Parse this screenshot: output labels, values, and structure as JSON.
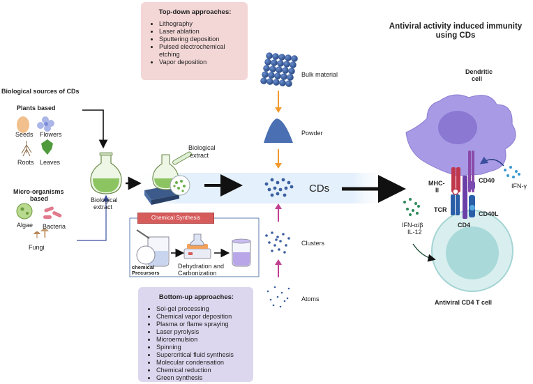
{
  "top_down": {
    "title": "Top-down approaches:",
    "items": [
      "Lithography",
      "Laser ablation",
      "Sputtering deposition",
      "Pulsed electrochemical etching",
      "Vapor deposition"
    ]
  },
  "bottom_up": {
    "title": "Bottom-up approaches:",
    "items": [
      "Sol-gel processing",
      "Chemical vapor deposition",
      "Plasma or flame spraying",
      "Laser pyrolysis",
      "Microemulsion",
      "Spinning",
      "Supercritical fluid synthesis",
      "Molecular condensation",
      "Chemical reduction",
      "Green synthesis"
    ]
  },
  "bio_sources": {
    "title": "Biological sources of CDs",
    "plants_title": "Plants based",
    "seeds": "Seeds",
    "flowers": "Flowers",
    "roots": "Roots",
    "leaves": "Leaves",
    "micro_title_1": "Micro-organisms",
    "micro_title_2": "based",
    "algae": "Algae",
    "bacteria": "Bacteria",
    "fungi": "Fungi"
  },
  "flask_label_1": "Biological",
  "flask_label_2": "extract",
  "bio_extract_label_1": "Biological",
  "bio_extract_label_2": "extract",
  "chem": {
    "title": "Chemical Synthesis",
    "precursors_1": "chemical",
    "precursors_2": "Precursors",
    "step_1": "Dehydration and",
    "step_2": "Carbonization"
  },
  "scale": {
    "bulk": "Bulk material",
    "powder": "Powder",
    "cds": "CDs",
    "clusters": "Clusters",
    "atoms": "Atoms"
  },
  "immunity": {
    "title_1": "Antiviral activity induced immunity",
    "title_2": "using CDs",
    "dc_1": "Dendritic",
    "dc_2": "cell",
    "mhc_1": "MHC-",
    "mhc_2": "II",
    "tcr": "TCR",
    "cd4": "CD4",
    "cd40": "CD40",
    "cd40l": "CD40L",
    "ifng": "IFN-γ",
    "ifnab": "IFN-α/β",
    "il12": "IL-12",
    "tcell": "Antiviral CD4 T cell"
  },
  "colors": {
    "top_box": "#f3d6d6",
    "bottom_box": "#dcd6ee",
    "chem_header": "#d65b5b",
    "orange_arrow": "#f29a2e",
    "pink_arrow": "#c0408f",
    "dc_purple": "#a99ae6",
    "tcell_teal": "#bfe3e3",
    "cd_dots": "#3b5fa0"
  }
}
